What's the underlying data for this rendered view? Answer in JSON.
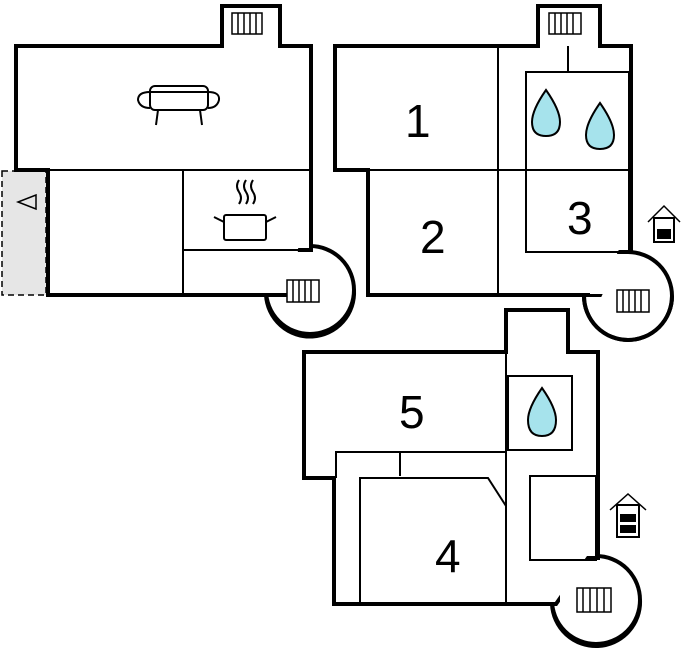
{
  "floorplan": {
    "rooms": [
      {
        "id": "room-1",
        "label": "1"
      },
      {
        "id": "room-2",
        "label": "2"
      },
      {
        "id": "room-3",
        "label": "3"
      },
      {
        "id": "room-4",
        "label": "4"
      },
      {
        "id": "room-5",
        "label": "5"
      }
    ],
    "colors": {
      "wall": "#000000",
      "water": "#a6e3ec",
      "entrance_fill": "#e6e6e6"
    },
    "icons": [
      "sofa-icon",
      "stove-pot-icon",
      "radiator-icon",
      "water-drop-icon",
      "mailbox-house-icon",
      "entrance-arrow-icon"
    ]
  }
}
